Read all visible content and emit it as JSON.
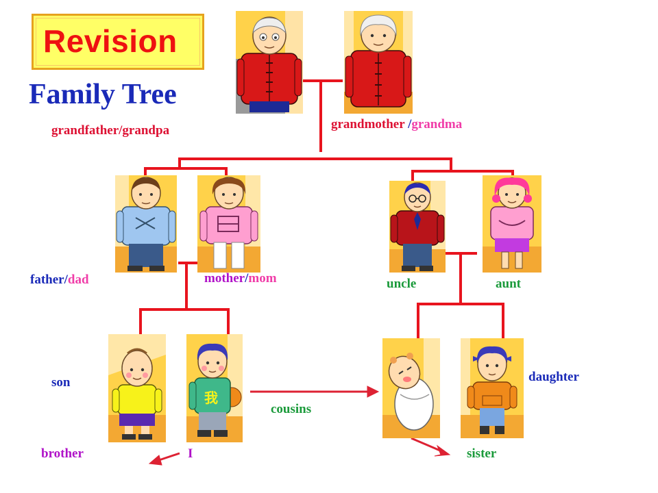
{
  "heading": {
    "revision": "Revision",
    "title": "Family Tree"
  },
  "labels": {
    "grandfather": {
      "a": "grandfather/grandpa"
    },
    "grandmother": {
      "a": "grandmother",
      "sep": " /",
      "b": "grandma"
    },
    "father": {
      "a": "father",
      "sep": "/",
      "b": "dad"
    },
    "mother": {
      "a": "mother",
      "sep": "/",
      "b": "mom"
    },
    "uncle": "uncle",
    "aunt": "aunt",
    "son": "son",
    "daughter": "daughter",
    "cousins": "cousins",
    "brother": "brother",
    "me": "I",
    "sister": "sister",
    "shirt_char": "我"
  },
  "colors": {
    "tree_line": "#e8141e",
    "arrow": "#dd2233",
    "red_text": "#dd1133",
    "blue_text": "#1a2ab8",
    "green_text": "#1a9a3a",
    "pink_text": "#f03ca8",
    "revision_fill": "#ffff66",
    "revision_border": "#e6a21e"
  },
  "icons": [
    "grandfather-figure-icon",
    "grandmother-figure-icon",
    "father-figure-icon",
    "mother-figure-icon",
    "uncle-figure-icon",
    "aunt-figure-icon",
    "brother-figure-icon",
    "me-figure-icon",
    "baby-cousin-figure-icon",
    "girl-cousin-figure-icon"
  ]
}
